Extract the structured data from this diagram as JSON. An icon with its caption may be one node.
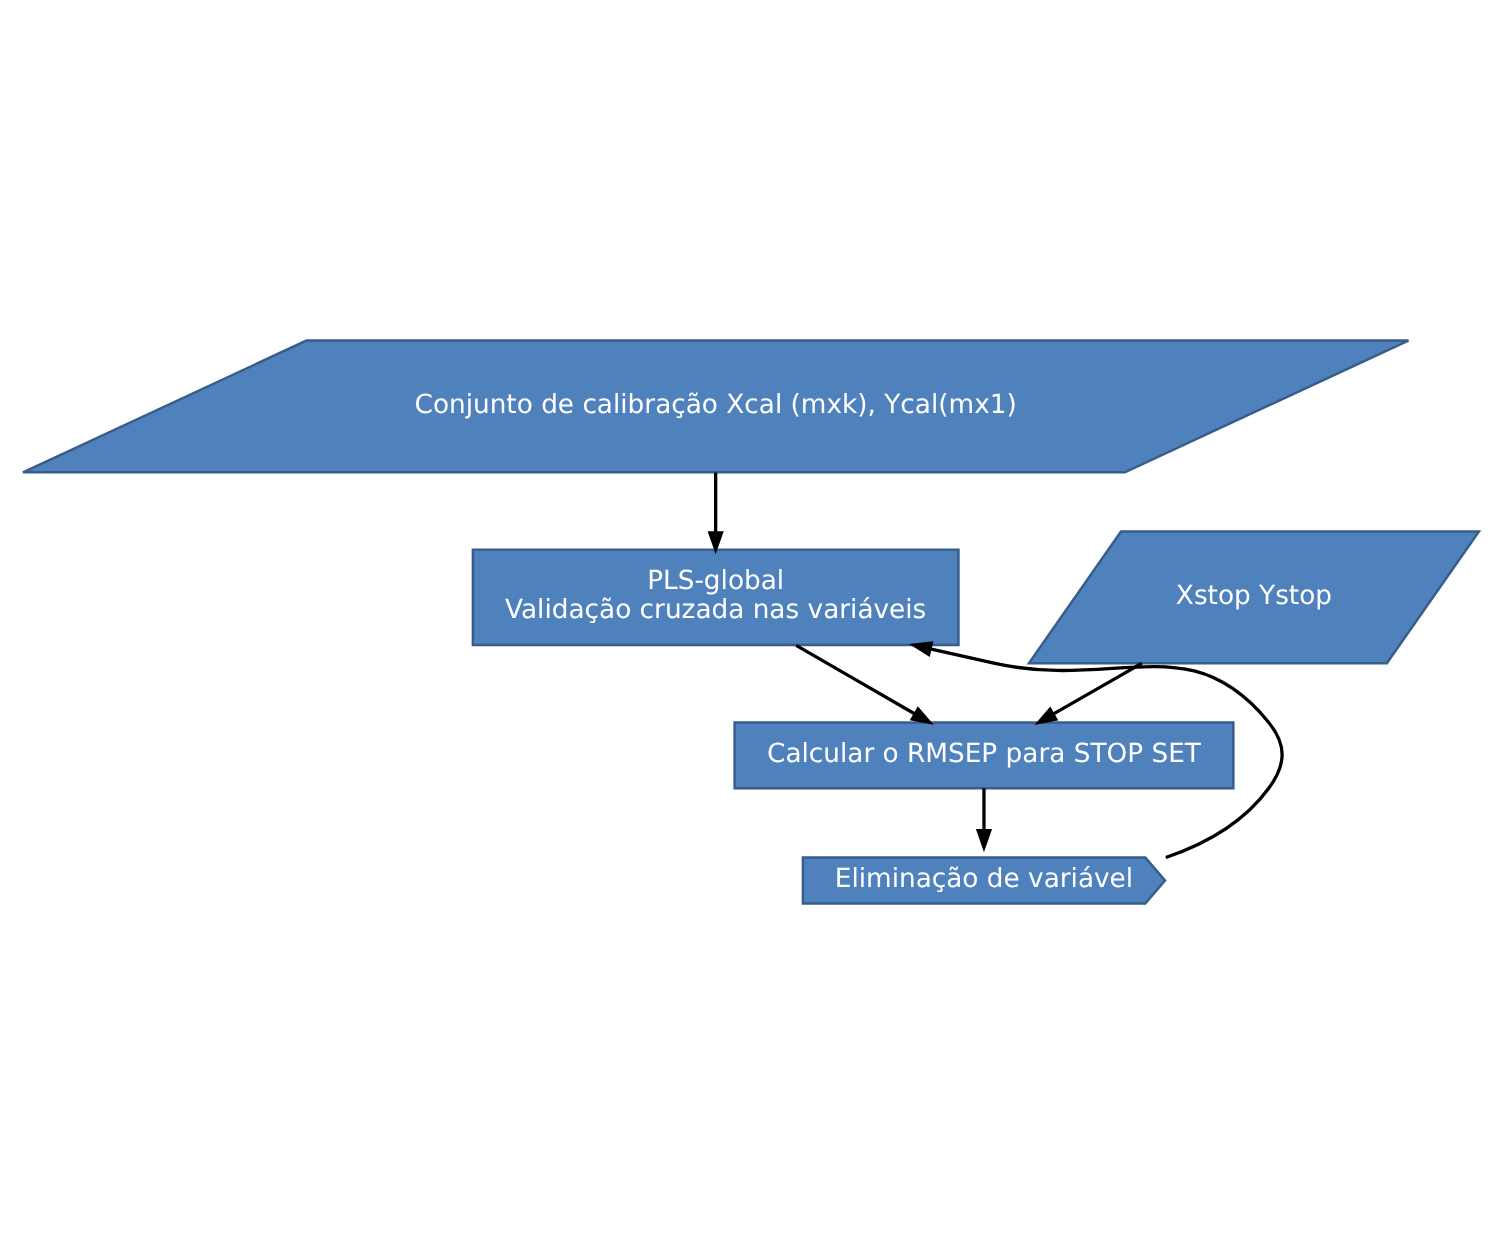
{
  "diagram": {
    "nodes": [
      {
        "text": [
          "Conjunto de calibração Xcal (mxk), Ycal(mx1)"
        ]
      },
      {
        "text": [
          "PLS-global",
          "Validação cruzada nas variáveis"
        ]
      },
      {
        "text": [
          "Xstop Ystop"
        ]
      },
      {
        "text": [
          "Calcular o RMSEP para STOP SET"
        ]
      },
      {
        "text": [
          "Eliminação de variável"
        ]
      }
    ],
    "edges": [
      {
        "from": 0,
        "to": 1,
        "arrow": "to"
      },
      {
        "from": 1,
        "to": 3,
        "arrow": "to"
      },
      {
        "from": 2,
        "to": 3,
        "arrow": "to"
      },
      {
        "from": 3,
        "to": 4,
        "arrow": "to"
      },
      {
        "from": 4,
        "to": 1,
        "arrow": "to"
      }
    ]
  }
}
